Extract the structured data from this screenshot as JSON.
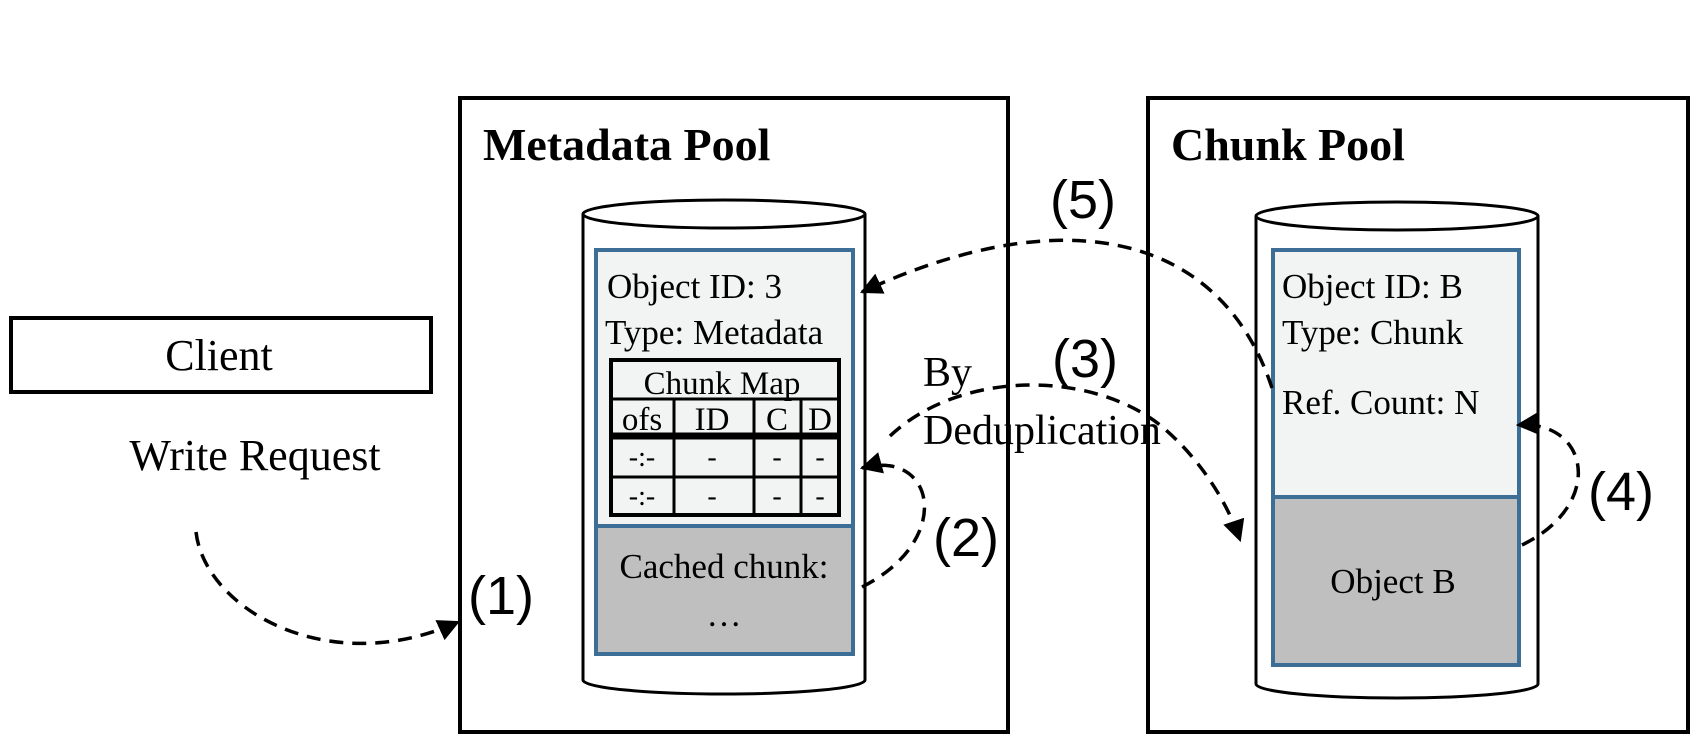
{
  "client": {
    "label": "Client",
    "request": "Write Request"
  },
  "metadata_pool": {
    "title": "Metadata Pool",
    "object_id": "Object ID: 3",
    "type": "Type: Metadata",
    "chunk_map": {
      "title": "Chunk Map",
      "headers": [
        "ofs",
        "ID",
        "C",
        "D"
      ],
      "rows": [
        [
          "-:-",
          "-",
          "-",
          "-"
        ],
        [
          "-:-",
          "-",
          "-",
          "-"
        ]
      ]
    },
    "cached_chunk": "Cached chunk:",
    "ellipsis": "…"
  },
  "chunk_pool": {
    "title": "Chunk Pool",
    "object_id": "Object ID: B",
    "type": "Type: Chunk",
    "ref_count": "Ref. Count: N",
    "object": "Object B"
  },
  "steps": {
    "s1": "(1)",
    "s2": "(2)",
    "s3": "(3)",
    "s4": "(4)",
    "s5": "(5)"
  },
  "dedup": {
    "line1": "By",
    "line2": "Deduplication"
  },
  "colors": {
    "line": "#000000",
    "panel_border": "#3d6f96",
    "panel_fill": "#f2f4f4",
    "cache_fill": "#bfbfbf"
  }
}
